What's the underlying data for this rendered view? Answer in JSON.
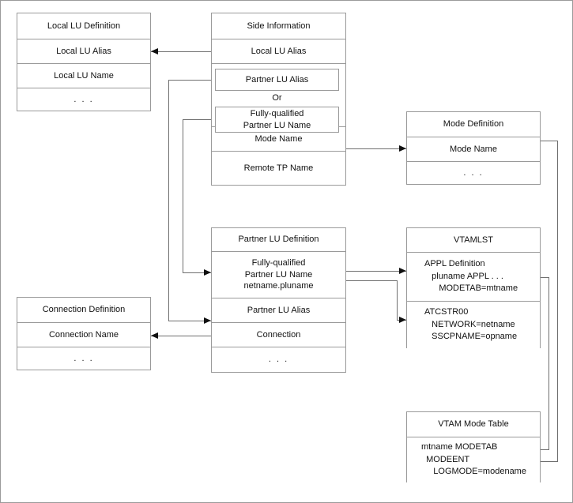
{
  "diagram": {
    "title": "APPC Side Information to VTAM definition mapping",
    "border_color": "#9a9a9a",
    "line_color": "#6f6f6f",
    "arrow_color": "#111111",
    "background": "#ffffff"
  },
  "boxes": {
    "local_lu_definition": {
      "header": "Local LU Definition",
      "rows": [
        "Local LU Alias",
        "Local LU Name",
        ". . ."
      ]
    },
    "side_information": {
      "header": "Side Information",
      "rows": [
        "Local LU Alias",
        "Mode Name",
        "Remote TP Name"
      ],
      "partner_lu_alias": "Partner LU Alias",
      "or_label": "Or",
      "fully_qualified_partner_lu_name": "Fully-qualified\nPartner LU Name"
    },
    "mode_definition": {
      "header": "Mode Definition",
      "rows": [
        "Mode Name",
        ". . ."
      ]
    },
    "partner_lu_definition": {
      "header": "Partner LU Definition",
      "rows": [
        "Fully-qualified\nPartner LU Name\nnetname.pluname",
        "Partner LU Alias",
        "Connection",
        ". . ."
      ]
    },
    "vtamlst": {
      "header": "VTAMLST",
      "appl_definition": "APPL Definition\n   pluname APPL . . .\n      MODETAB=mtname",
      "atcstr00": "ATCSTR00\n   NETWORK=netname\n   SSCPNAME=opname"
    },
    "connection_definition": {
      "header": "Connection Definition",
      "rows": [
        "Connection Name",
        ". . ."
      ]
    },
    "vtam_mode_table": {
      "header": "VTAM Mode Table",
      "body": "mtname MODETAB\n  MODEENT\n     LOGMODE=modename"
    }
  },
  "connectors": [
    {
      "name": "side-local-lu-alias-to-local-lu-definition",
      "from": "Side Information / Local LU Alias",
      "to": "Local LU Definition / Local LU Alias"
    },
    {
      "name": "partner-lu-alias-to-partner-lu-definition-alias",
      "from": "Side Information / Partner LU Alias",
      "to": "Partner LU Definition / Partner LU Alias"
    },
    {
      "name": "fq-partner-lu-name-to-partner-lu-definition-fq-name",
      "from": "Side Information / Fully-qualified Partner LU Name",
      "to": "Partner LU Definition / Fully-qualified Partner LU Name"
    },
    {
      "name": "side-mode-name-to-mode-definition",
      "from": "Side Information / Mode Name",
      "to": "Mode Definition / Mode Name"
    },
    {
      "name": "partner-fq-name-to-appl-definition",
      "from": "Partner LU Definition / Fully-qualified Partner LU Name",
      "to": "VTAMLST / APPL Definition"
    },
    {
      "name": "partner-fq-name-to-atcstr00",
      "from": "Partner LU Definition / Fully-qualified Partner LU Name",
      "to": "VTAMLST / ATCSTR00"
    },
    {
      "name": "connection-to-connection-definition",
      "from": "Partner LU Definition / Connection",
      "to": "Connection Definition / Connection Name"
    },
    {
      "name": "vtamlst-modetab-to-vtam-mode-table",
      "from": "VTAMLST / MODETAB=mtname",
      "to": "VTAM Mode Table"
    },
    {
      "name": "mode-definition-to-vtam-mode-table-logmode",
      "from": "Mode Definition / Mode Name",
      "to": "VTAM Mode Table / LOGMODE=modename"
    }
  ]
}
